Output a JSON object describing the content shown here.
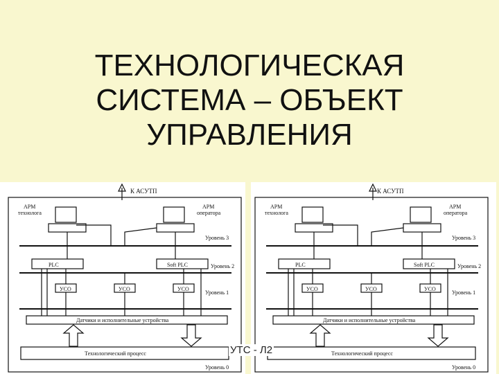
{
  "slide": {
    "title_lines": [
      "ТЕХНОЛОГИЧЕСКАЯ",
      "СИСТЕМА – ОБЪЕКТ",
      "УПРАВЛЕНИЯ"
    ],
    "footer": "УТС - Л2"
  },
  "diagram": {
    "top_arrow_label": "К АСУТП",
    "arm_technologist": [
      "АРМ",
      "технолога"
    ],
    "arm_operator": [
      "АРМ",
      "оператора"
    ],
    "level3": "Уровень 3",
    "level2": "Уровень 2",
    "level1": "Уровень 1",
    "level0": "Уровень 0",
    "plc": "PLC",
    "soft_plc": "Soft PLC",
    "uso": "УСО",
    "sensors": "Датчики и исполнительные устройства",
    "process": "Технологический процесс"
  }
}
